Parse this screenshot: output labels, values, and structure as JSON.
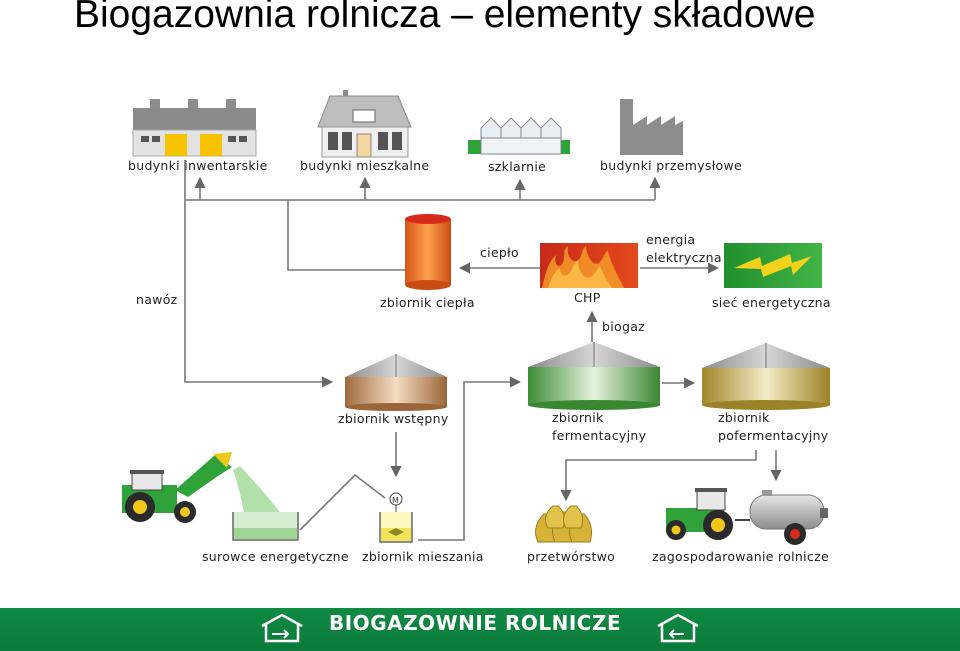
{
  "title": "Biogazownia rolnicza – elementy składowe",
  "labels": {
    "budynki_inwentarskie": "budynki inwentarskie",
    "budynki_mieszkalne": "budynki mieszkalne",
    "szklarnie": "szklarnie",
    "budynki_przemyslowe": "budynki przemysłowe",
    "cieplo": "ciepło",
    "energia": "energia",
    "elektryczna": "elektryczna",
    "zbiornik_ciepla": "zbiornik ciepła",
    "chp": "CHP",
    "siec_energetyczna": "sieć energetyczna",
    "nawoz": "nawóz",
    "biogaz": "biogaz",
    "zbiornik_wstepny": "zbiornik wstępny",
    "zbiornik": "zbiornik",
    "fermentacyjny": "fermentacyjny",
    "zbiornik_2": "zbiornik",
    "pofermentacyjny": "pofermentacyjny",
    "surowce_energetyczne": "surowce energetyczne",
    "zbiornik_mieszania": "zbiornik mieszania",
    "przetworstwo": "przetwórstwo",
    "zagospodarowanie_rolnicze": "zagospodarowanie rolnicze"
  },
  "footer": {
    "brand": "BIOGAZOWNIE ROLNICZE"
  },
  "colors": {
    "brand_green": "#0f8a43",
    "heat_tank": "#f07a1c",
    "chp_red": "#d8301c",
    "grid_green": "#2fa33a",
    "tank_gray": "#9a9a9a"
  }
}
